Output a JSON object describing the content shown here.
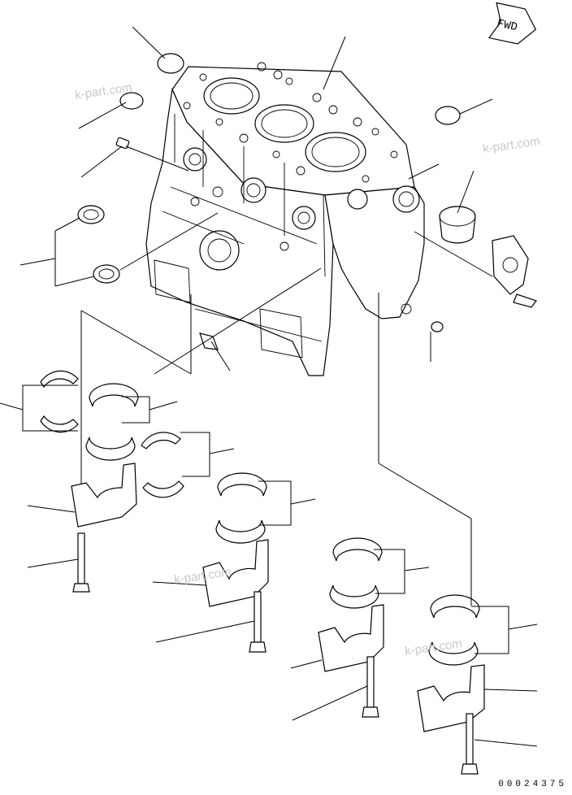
{
  "drawing": {
    "fwd_label": "FWD",
    "drawing_number": "00024375",
    "watermarks": [
      "k-part.com",
      "k-part.com",
      "k-part.com",
      "k-part.com"
    ]
  }
}
